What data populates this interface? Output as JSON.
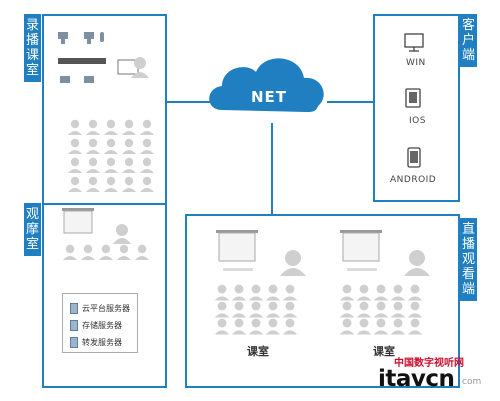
{
  "left_panel": {
    "top_tag": "录播课室",
    "middle_tag": "观摩室"
  },
  "right_panel": {
    "client_tag": "客户端",
    "clients": [
      {
        "label": "WIN",
        "icon": "monitor-icon"
      },
      {
        "label": "IOS",
        "icon": "tablet-icon"
      },
      {
        "label": "ANDROID",
        "icon": "phone-icon"
      }
    ]
  },
  "cloud": {
    "label": "NET"
  },
  "live_panel": {
    "tag": "直播观看端",
    "rooms": [
      "课室",
      "课室"
    ]
  },
  "servers": [
    "云平台服务器",
    "存储服务器",
    "转发服务器"
  ],
  "watermark": {
    "site": "中国数字视听网",
    "brand": "itavcn",
    "suffix": "com"
  },
  "colors": {
    "accent": "#1f7fc1",
    "people": "#cfcfcf",
    "red": "#c8102e"
  }
}
